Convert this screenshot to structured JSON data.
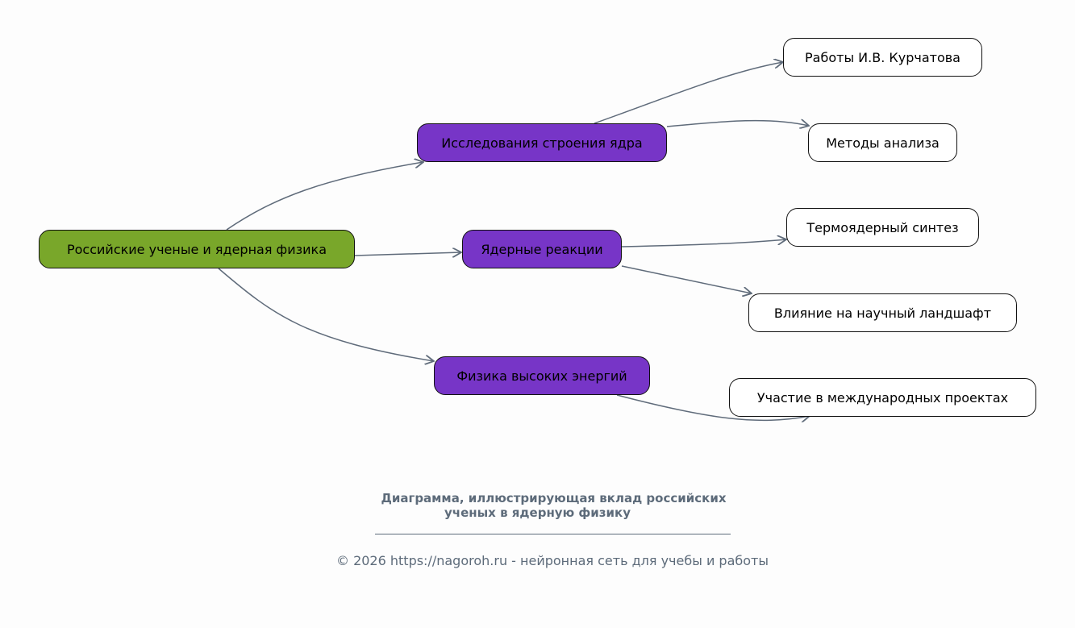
{
  "diagram": {
    "root": "Российские ученые и ядерная физика",
    "branches": [
      "Исследования строения ядра",
      "Ядерные реакции",
      "Физика высоких энергий"
    ],
    "leaves": [
      "Работы И.В. Курчатова",
      "Методы анализа",
      "Термоядерный синтез",
      "Влияние на научный ландшафт",
      "Участие в международных проектах"
    ]
  },
  "caption": {
    "line1": "Диаграмма, иллюстрирующая вклад российских",
    "line2": "ученых в ядерную физику"
  },
  "footer": "© 2026 https://nagoroh.ru - нейронная сеть для учебы и работы",
  "colors": {
    "root": "#79a72a",
    "branch": "#7735c7",
    "leaf": "#ffffff",
    "edge": "#5f6b7a"
  }
}
